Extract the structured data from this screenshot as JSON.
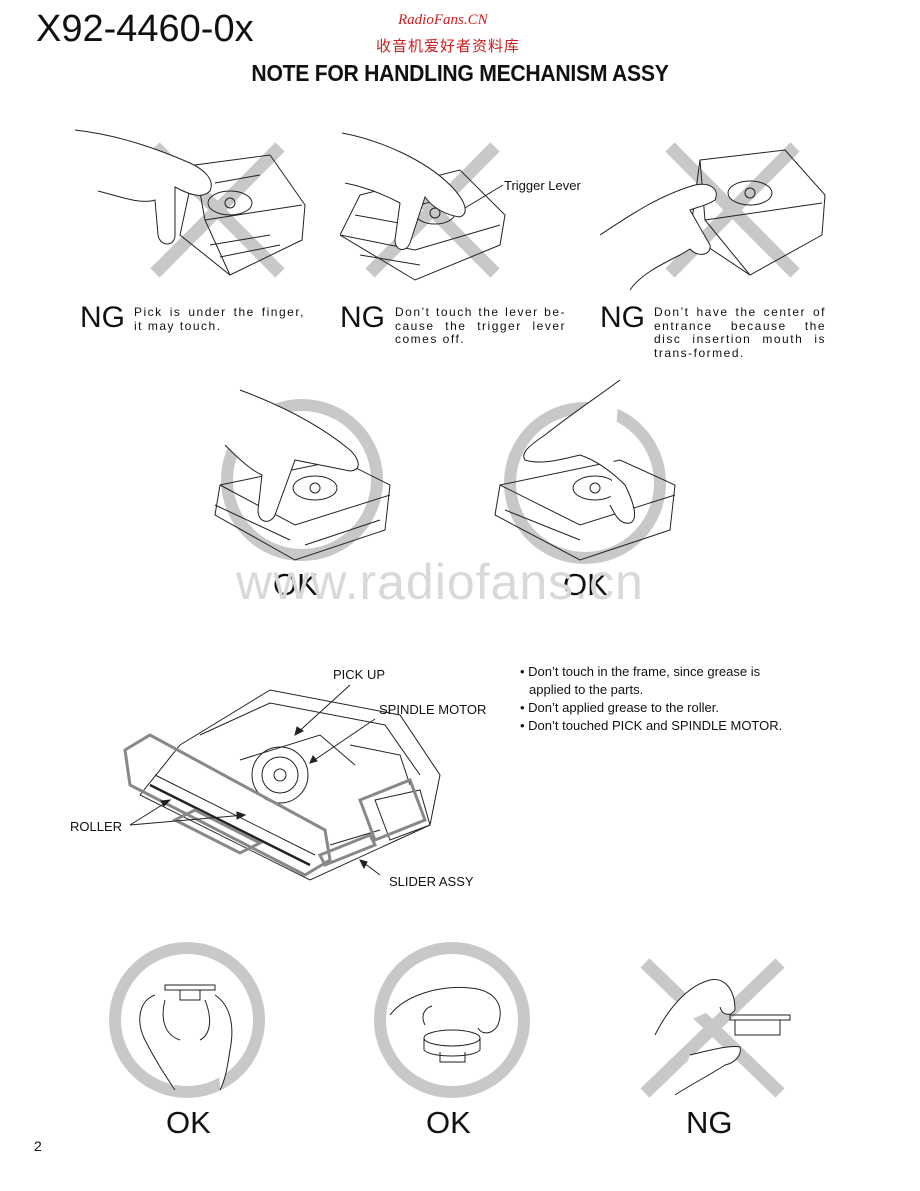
{
  "header": {
    "model_number": "X92-4460-0x",
    "site_name": "RadioFans.CN",
    "site_cn": "收音机爱好者资料库",
    "title": "NOTE FOR HANDLING MECHANISM ASSY"
  },
  "row1": [
    {
      "mark": "NG",
      "text": "Pick is under the finger, it may touch."
    },
    {
      "mark": "NG",
      "text": "Don’t touch the lever be-cause the trigger lever comes off.",
      "callout": "Trigger Lever"
    },
    {
      "mark": "NG",
      "text": "Don’t have the center of entrance because the disc insertion mouth is trans-formed."
    }
  ],
  "row2": [
    {
      "mark": "OK"
    },
    {
      "mark": "OK"
    }
  ],
  "watermark": "www.radiofans.cn",
  "diagram": {
    "labels": {
      "pickup": "PICK UP",
      "spindle": "SPINDLE MOTOR",
      "roller": "ROLLER",
      "slider": "SLIDER ASSY"
    },
    "notes": [
      "• Don’t touch in the frame, since grease is",
      "applied to the parts.",
      "• Don’t applied grease to the roller.",
      "• Don’t touched PICK and SPINDLE MOTOR."
    ]
  },
  "row4": [
    {
      "mark": "OK"
    },
    {
      "mark": "OK"
    },
    {
      "mark": "NG"
    }
  ],
  "page_number": "2",
  "colors": {
    "red_brand": "#c8211f",
    "symbol_gray": "#c8c8c8"
  }
}
